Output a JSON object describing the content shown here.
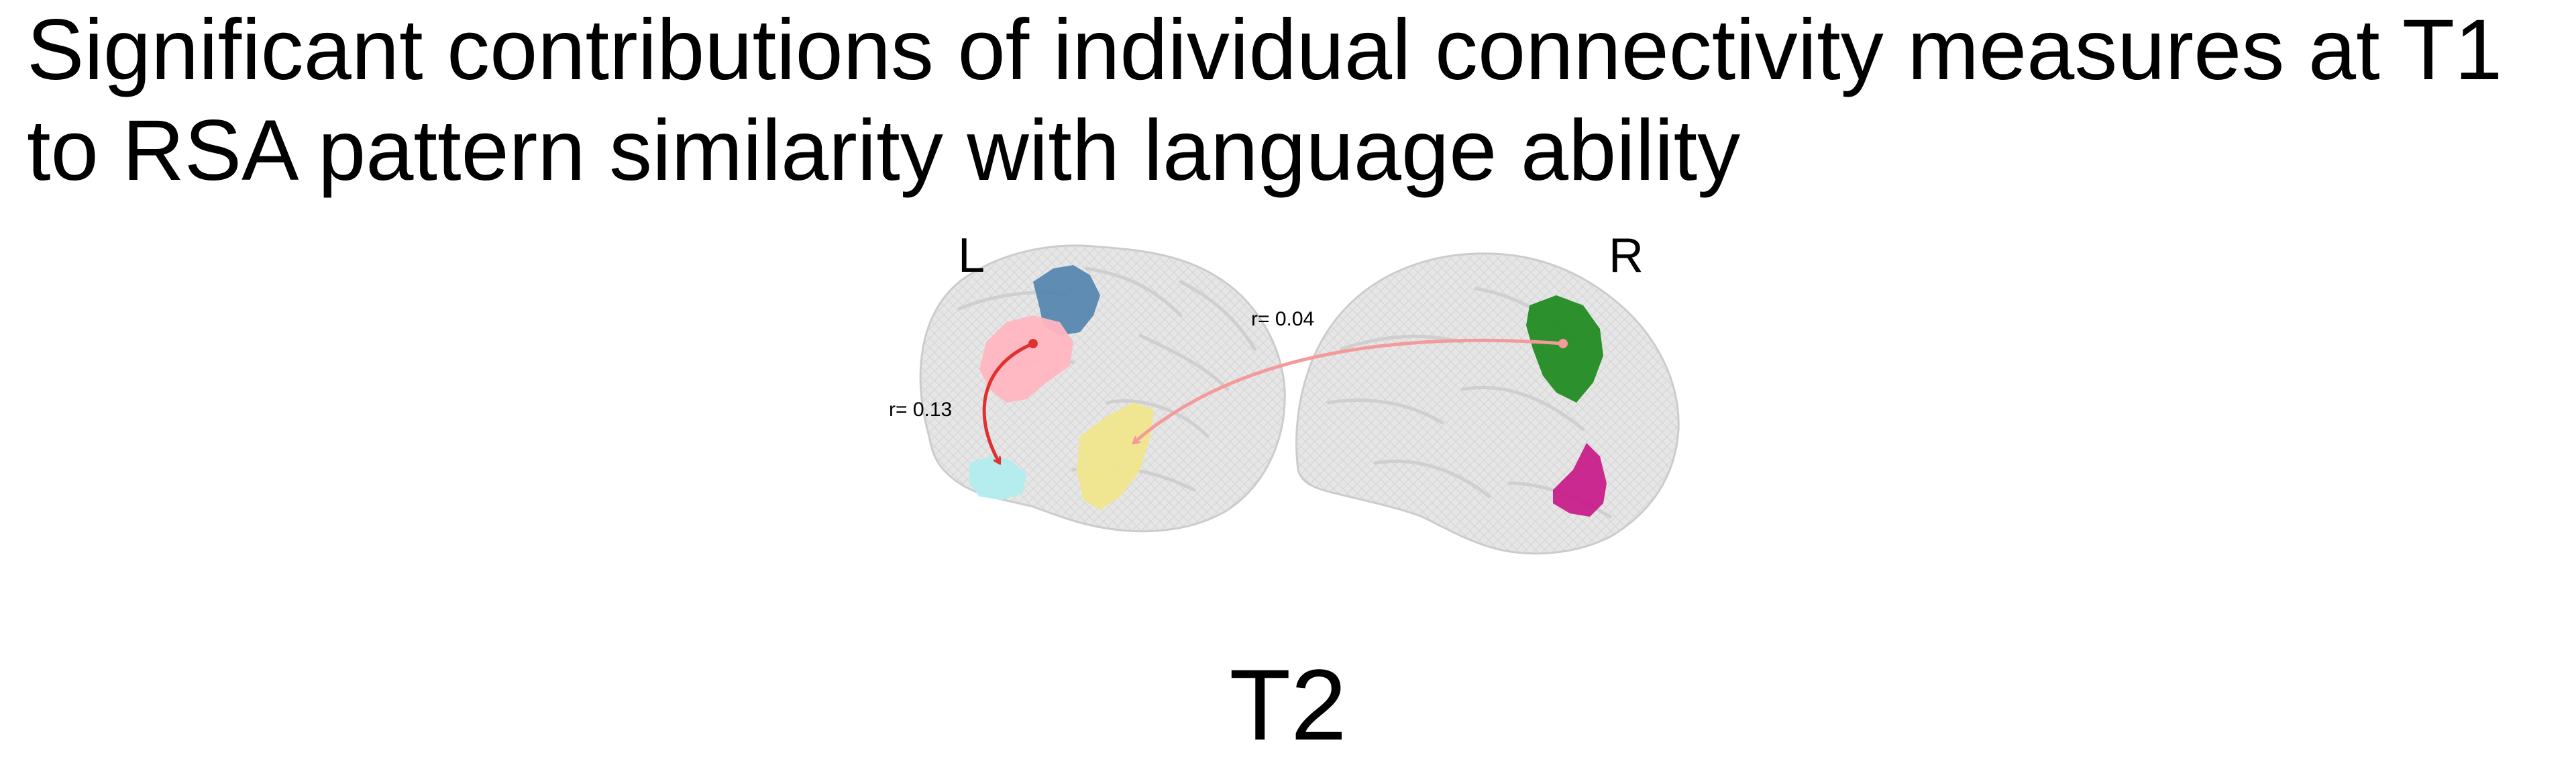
{
  "title": {
    "line1": "Significant contributions of individual connectivity measures at T1",
    "line2": "to RSA pattern similarity with language ability"
  },
  "hemispheres": {
    "left_label": "L",
    "right_label": "R"
  },
  "connections": [
    {
      "label": "r= 0.13",
      "color": "#e03030",
      "from": "pink-region",
      "to": "cyan-region"
    },
    {
      "label": "r= 0.04",
      "color": "#f49a9a",
      "from": "green-region",
      "to": "yellow-region"
    }
  ],
  "regions": [
    {
      "name": "pink",
      "color": "#ffb6c1"
    },
    {
      "name": "steelblue",
      "color": "#4f82ad"
    },
    {
      "name": "cyan",
      "color": "#b2ecee"
    },
    {
      "name": "yellow",
      "color": "#f0e68c"
    },
    {
      "name": "green",
      "color": "#228b22"
    },
    {
      "name": "magenta",
      "color": "#c71585"
    }
  ],
  "panel_label": "T2"
}
